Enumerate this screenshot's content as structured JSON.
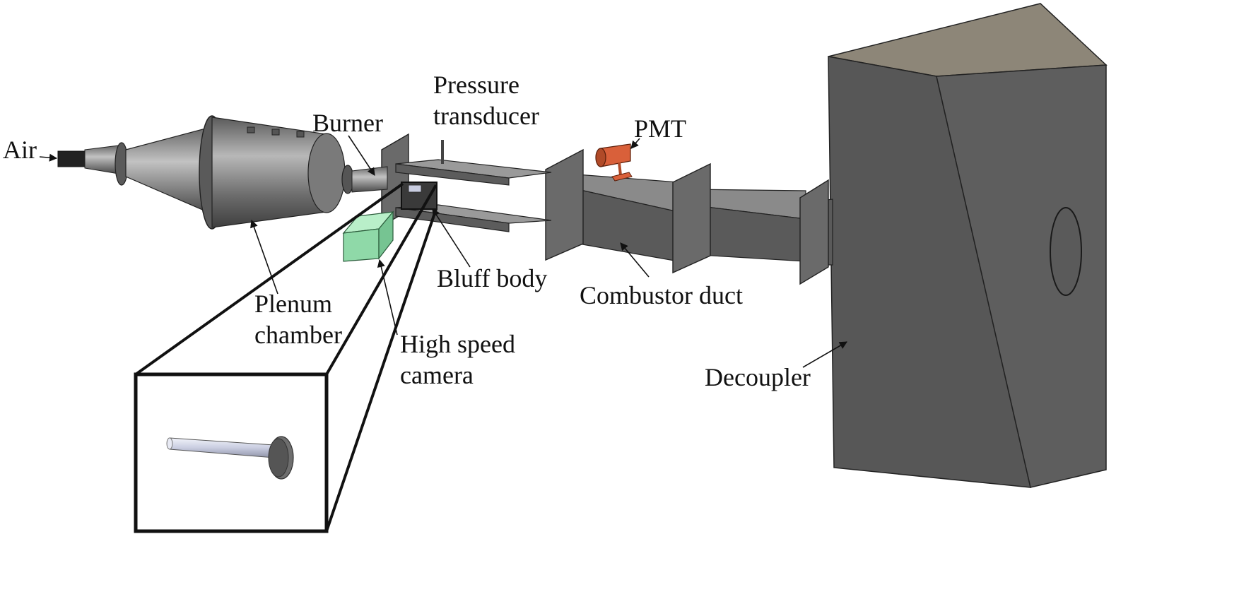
{
  "labels": {
    "air": "Air",
    "burner": "Burner",
    "pressure_line1": "Pressure",
    "pressure_line2": "transducer",
    "pmt": "PMT",
    "bluff_body": "Bluff body",
    "combustor_duct": "Combustor duct",
    "plenum_line1": "Plenum",
    "plenum_line2": "chamber",
    "camera_line1": "High speed",
    "camera_line2": "camera",
    "decoupler": "Decoupler"
  },
  "colors": {
    "metal_dark": "#4f4f4f",
    "metal_mid": "#6e6e6e",
    "metal_light": "#9a9a9a",
    "camera_green": "#8fd9a8",
    "pmt_orange": "#d9603a",
    "outline": "#111111"
  }
}
